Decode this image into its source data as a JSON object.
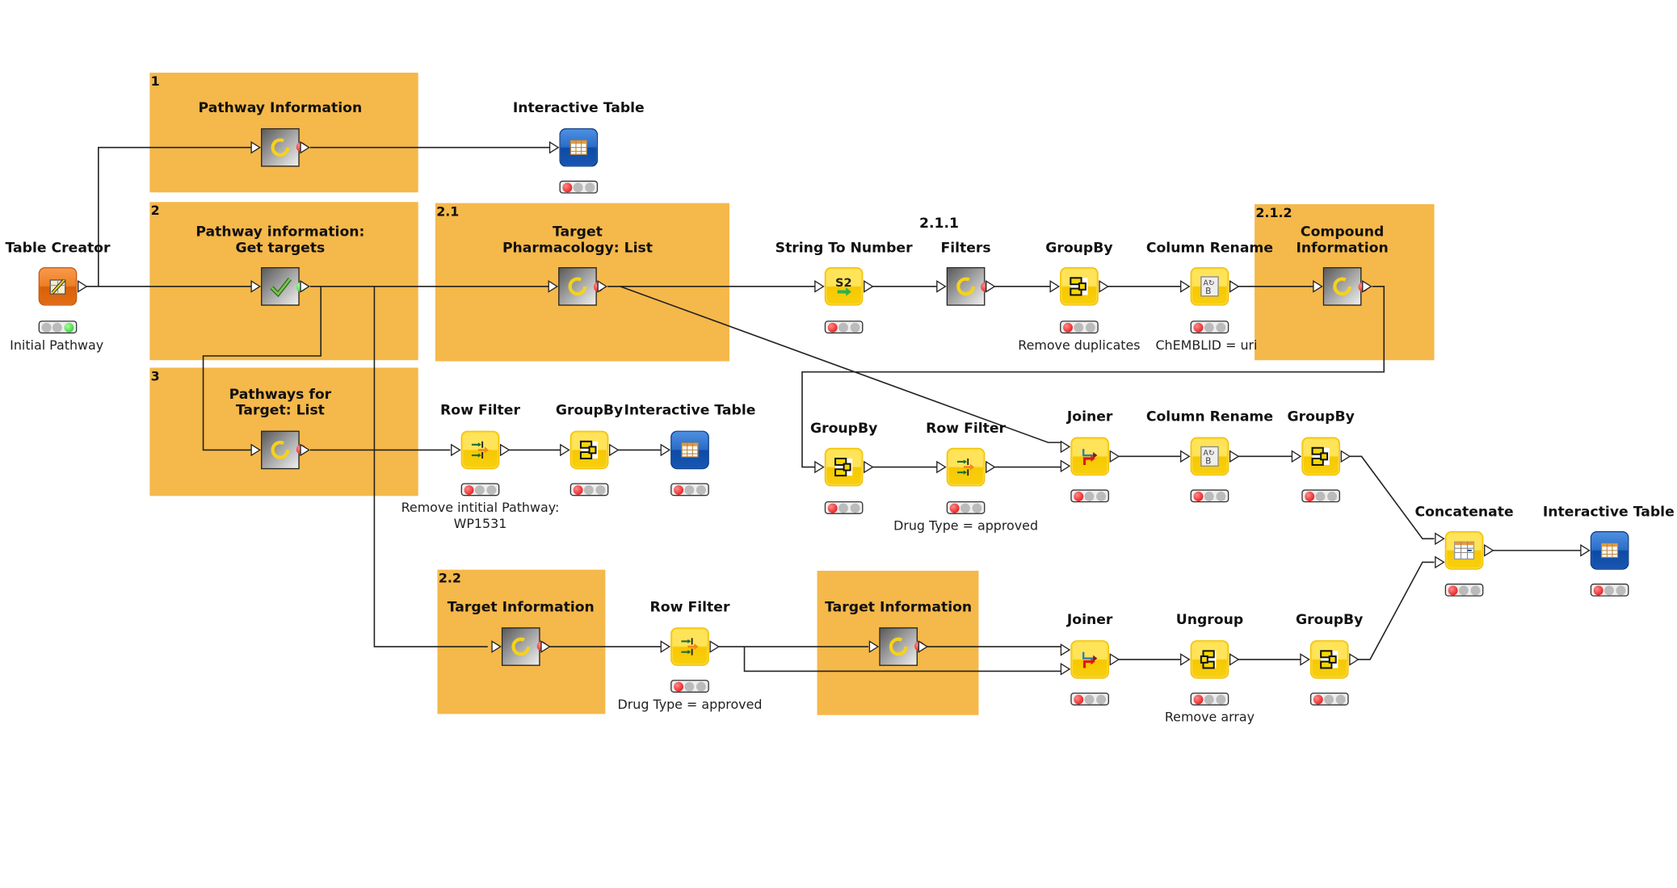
{
  "annotations": [
    {
      "id": "1",
      "label": "1"
    },
    {
      "id": "2",
      "label": "2"
    },
    {
      "id": "3",
      "label": "3"
    },
    {
      "id": "2.1",
      "label": "2.1"
    },
    {
      "id": "2.1.2",
      "label": "2.1.2"
    },
    {
      "id": "2.2",
      "label": "2.2"
    },
    {
      "id": "2.2b",
      "label": ""
    }
  ],
  "floating_labels": {
    "section_2_1_1": "2.1.1"
  },
  "nodes": {
    "table_creator": {
      "title": "Table Creator",
      "subtitle": "Initial Pathway",
      "type": "source",
      "status": "executed"
    },
    "pathway_information": {
      "title": "Pathway Information",
      "type": "metanode",
      "status": "not-configured"
    },
    "interactive_table_1": {
      "title": "Interactive Table",
      "type": "view",
      "status": "not-configured"
    },
    "pathway_get_targets": {
      "title": "Pathway information:\nGet targets",
      "type": "metanode",
      "status": "executed"
    },
    "target_pharmacology": {
      "title": "Target\nPharmacology: List",
      "type": "metanode",
      "status": "not-configured"
    },
    "string_to_number": {
      "title": "String To Number",
      "type": "manipulator",
      "status": "not-configured"
    },
    "filters": {
      "title": "Filters",
      "type": "metanode",
      "status": "not-configured"
    },
    "groupby_1": {
      "title": "GroupBy",
      "subtitle": "Remove duplicates",
      "type": "manipulator",
      "status": "not-configured"
    },
    "column_rename_1": {
      "title": "Column Rename",
      "subtitle": "ChEMBLID = uri",
      "type": "manipulator",
      "status": "not-configured"
    },
    "compound_information": {
      "title": "Compound\nInformation",
      "type": "metanode",
      "status": "not-configured"
    },
    "pathways_for_target": {
      "title": "Pathways for\nTarget: List",
      "type": "metanode",
      "status": "not-configured"
    },
    "row_filter_1": {
      "title": "Row Filter",
      "subtitle": "Remove intitial Pathway:\nWP1531",
      "type": "manipulator",
      "status": "not-configured"
    },
    "groupby_2": {
      "title": "GroupBy",
      "type": "manipulator",
      "status": "not-configured"
    },
    "interactive_table_2": {
      "title": "Interactive Table",
      "type": "view",
      "status": "not-configured"
    },
    "groupby_3": {
      "title": "GroupBy",
      "type": "manipulator",
      "status": "not-configured"
    },
    "row_filter_2": {
      "title": "Row Filter",
      "subtitle": "Drug Type = approved",
      "type": "manipulator",
      "status": "not-configured"
    },
    "joiner_1": {
      "title": "Joiner",
      "type": "manipulator",
      "status": "not-configured"
    },
    "column_rename_2": {
      "title": "Column Rename",
      "type": "manipulator",
      "status": "not-configured"
    },
    "groupby_4": {
      "title": "GroupBy",
      "type": "manipulator",
      "status": "not-configured"
    },
    "concatenate": {
      "title": "Concatenate",
      "type": "manipulator",
      "status": "not-configured"
    },
    "interactive_table_3": {
      "title": "Interactive Table",
      "type": "view",
      "status": "not-configured"
    },
    "target_information_1": {
      "title": "Target Information",
      "type": "metanode",
      "status": "not-configured"
    },
    "row_filter_3": {
      "title": "Row Filter",
      "subtitle": "Drug Type = approved",
      "type": "manipulator",
      "status": "not-configured"
    },
    "target_information_2": {
      "title": "Target Information",
      "type": "metanode",
      "status": "not-configured"
    },
    "joiner_2": {
      "title": "Joiner",
      "type": "manipulator",
      "status": "not-configured"
    },
    "ungroup": {
      "title": "Ungroup",
      "subtitle": "Remove array",
      "type": "manipulator",
      "status": "not-configured"
    },
    "groupby_5": {
      "title": "GroupBy",
      "type": "manipulator",
      "status": "not-configured"
    }
  },
  "icons": {
    "metanode": "loop-icon",
    "metanode_done": "checkmark-icon",
    "string_to_number": "s2-arrow-icon",
    "groupby": "groupby-grid-icon",
    "column_rename": "rename-ab-icon",
    "row_filter": "row-filter-icon",
    "joiner": "joiner-arrows-icon",
    "ungroup": "ungroup-icon",
    "concatenate": "concatenate-icon",
    "interactive_table": "table-icon",
    "table_creator": "table-pencil-icon"
  },
  "colors": {
    "annotation": "#f5b84a",
    "node_yellow": "#f7c800",
    "node_blue": "#0c4aa6",
    "node_orange": "#e16d14",
    "status_red": "#e00000",
    "status_green": "#1ec21e"
  }
}
